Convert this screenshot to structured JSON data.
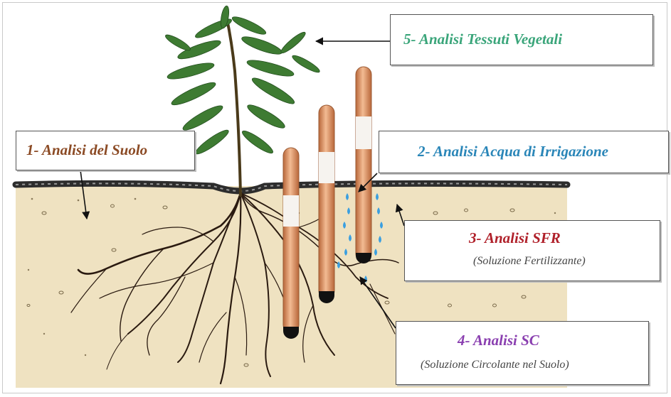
{
  "labels": {
    "tissue": {
      "title": "5- Analisi Tessuti Vegetali",
      "color": "#3aa57a"
    },
    "soil": {
      "title": "1- Analisi del Suolo",
      "color": "#8b4a24"
    },
    "water": {
      "title": "2-  Analisi Acqua di Irrigazione",
      "color": "#2a86b8"
    },
    "sfr": {
      "title": "3-  Analisi SFR",
      "subtitle": "(Soluzione Fertilizzante)",
      "color": "#b0202a"
    },
    "sc": {
      "title": "4- Analisi SC",
      "subtitle": "(Soluzione Circolante nel Suolo)",
      "color": "#8a3fb0"
    }
  },
  "colors": {
    "soil": "#efe2c1",
    "soil_surface": "#3a3a3a",
    "plant": "#3e7b32",
    "roots": "#2a1a10",
    "probe": "#e8a77c",
    "probe_tip": "#111111",
    "water_drops": "#3b9fe0"
  },
  "icons": [
    "plant-illustration",
    "soil-cross-section",
    "probe-tube",
    "water-drop-icon",
    "arrow-icon"
  ]
}
